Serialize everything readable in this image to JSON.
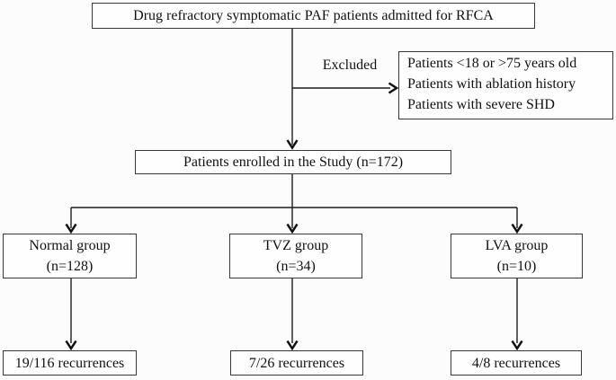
{
  "diagram": {
    "top_box": "Drug refractory symptomatic PAF patients admitted for RFCA",
    "excluded_label": "Excluded",
    "excluded_criteria": [
      "Patients <18 or >75 years old",
      "Patients with ablation history",
      "Patients with severe SHD"
    ],
    "enrolled_box": "Patients enrolled in the Study (n=172)",
    "groups": [
      {
        "name": "Normal group",
        "count": "(n=128)",
        "outcome": "19/116 recurrences"
      },
      {
        "name": "TVZ group",
        "count": "(n=34)",
        "outcome": "7/26 recurrences"
      },
      {
        "name": "LVA group",
        "count": "(n=10)",
        "outcome": "4/8 recurrences"
      }
    ]
  }
}
